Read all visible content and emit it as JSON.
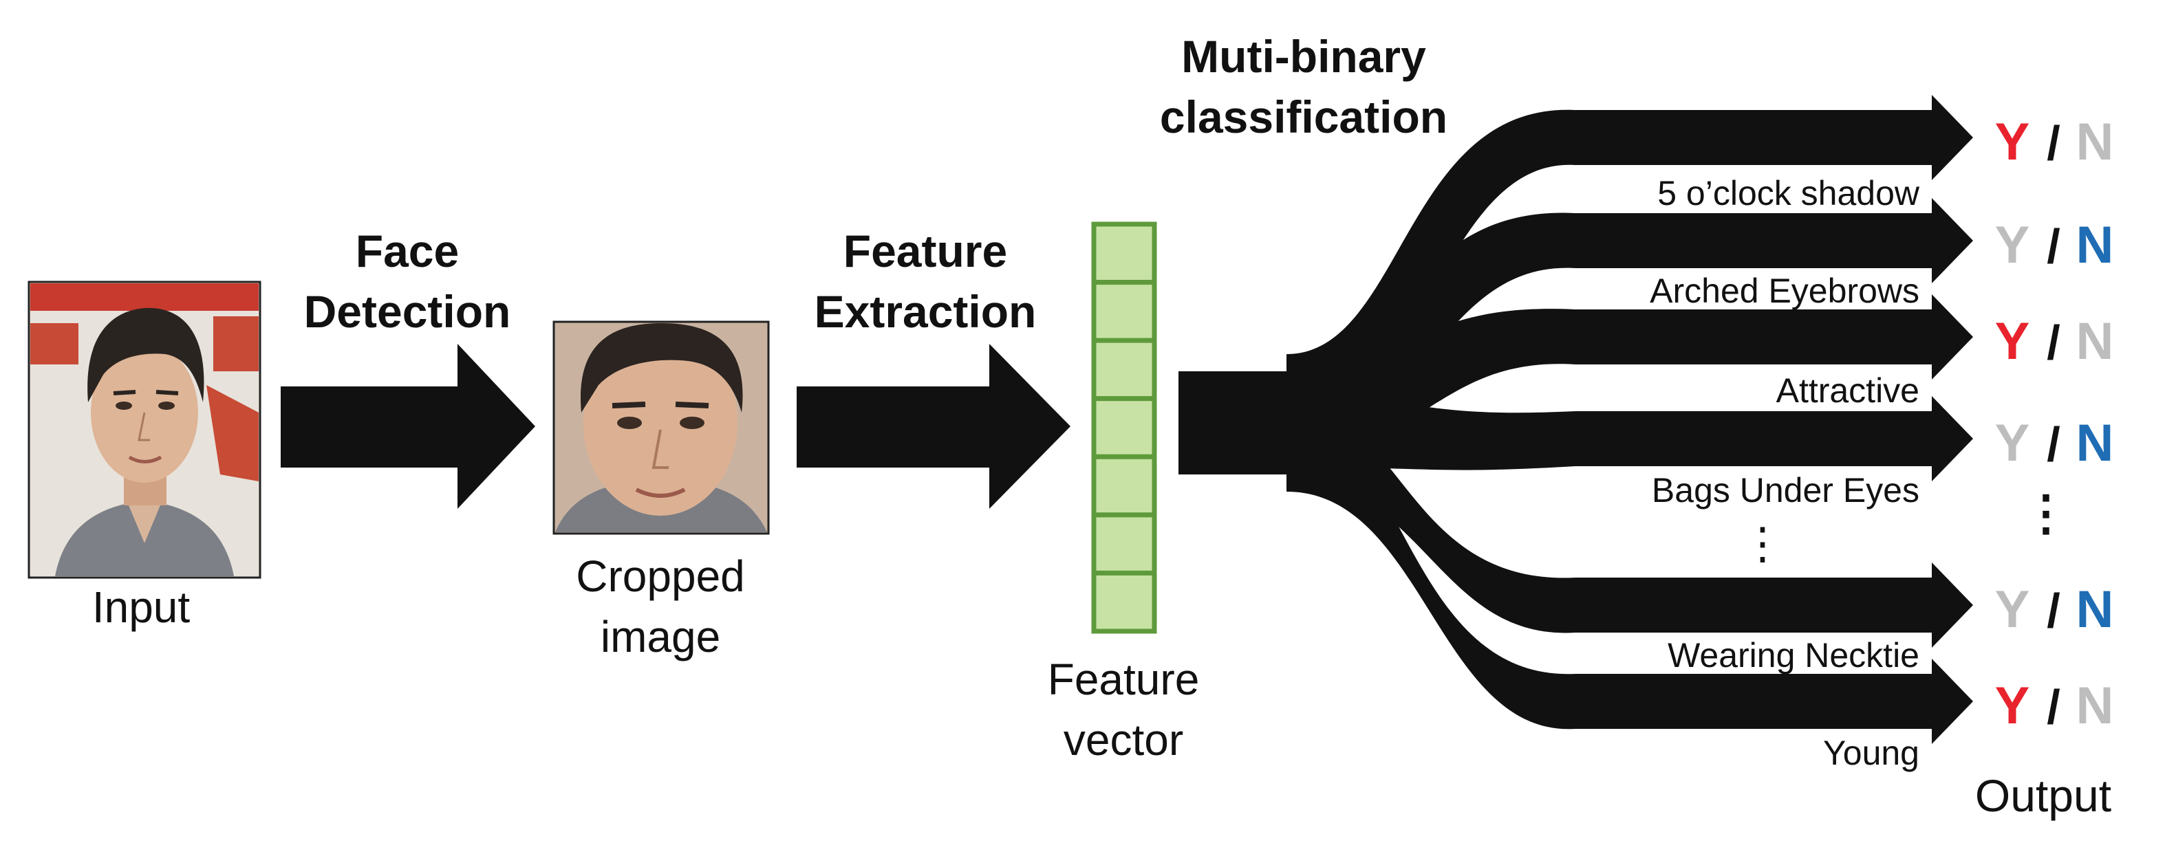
{
  "stages": {
    "input_label": "Input",
    "face_detection_line1": "Face",
    "face_detection_line2": "Detection",
    "cropped_line1": "Cropped",
    "cropped_line2": "image",
    "feature_extraction_line1": "Feature",
    "feature_extraction_line2": "Extraction",
    "feature_vector_line1": "Feature",
    "feature_vector_line2": "vector",
    "classification_line1": "Muti-binary",
    "classification_line2": "classification",
    "output_label": "Output"
  },
  "feature_vector": {
    "cells": 7,
    "fill": "#c8e2a5",
    "stroke": "#5e9a3b"
  },
  "attributes": [
    {
      "label": "5 o’clock shadow",
      "result": "Y"
    },
    {
      "label": "Arched Eyebrows",
      "result": "N"
    },
    {
      "label": "Attractive",
      "result": "Y"
    },
    {
      "label": "Bags Under Eyes",
      "result": "N"
    },
    {
      "label": "Wearing Necktie",
      "result": "N"
    },
    {
      "label": "Young",
      "result": "Y"
    }
  ],
  "output": {
    "yes": "Y",
    "no": "N",
    "separator": "/"
  },
  "ellipsis": "⋮",
  "colors": {
    "yes_active": "#e8232d",
    "no_active": "#1f6db4",
    "inactive": "#bdbdbd",
    "arrow": "#111111"
  }
}
